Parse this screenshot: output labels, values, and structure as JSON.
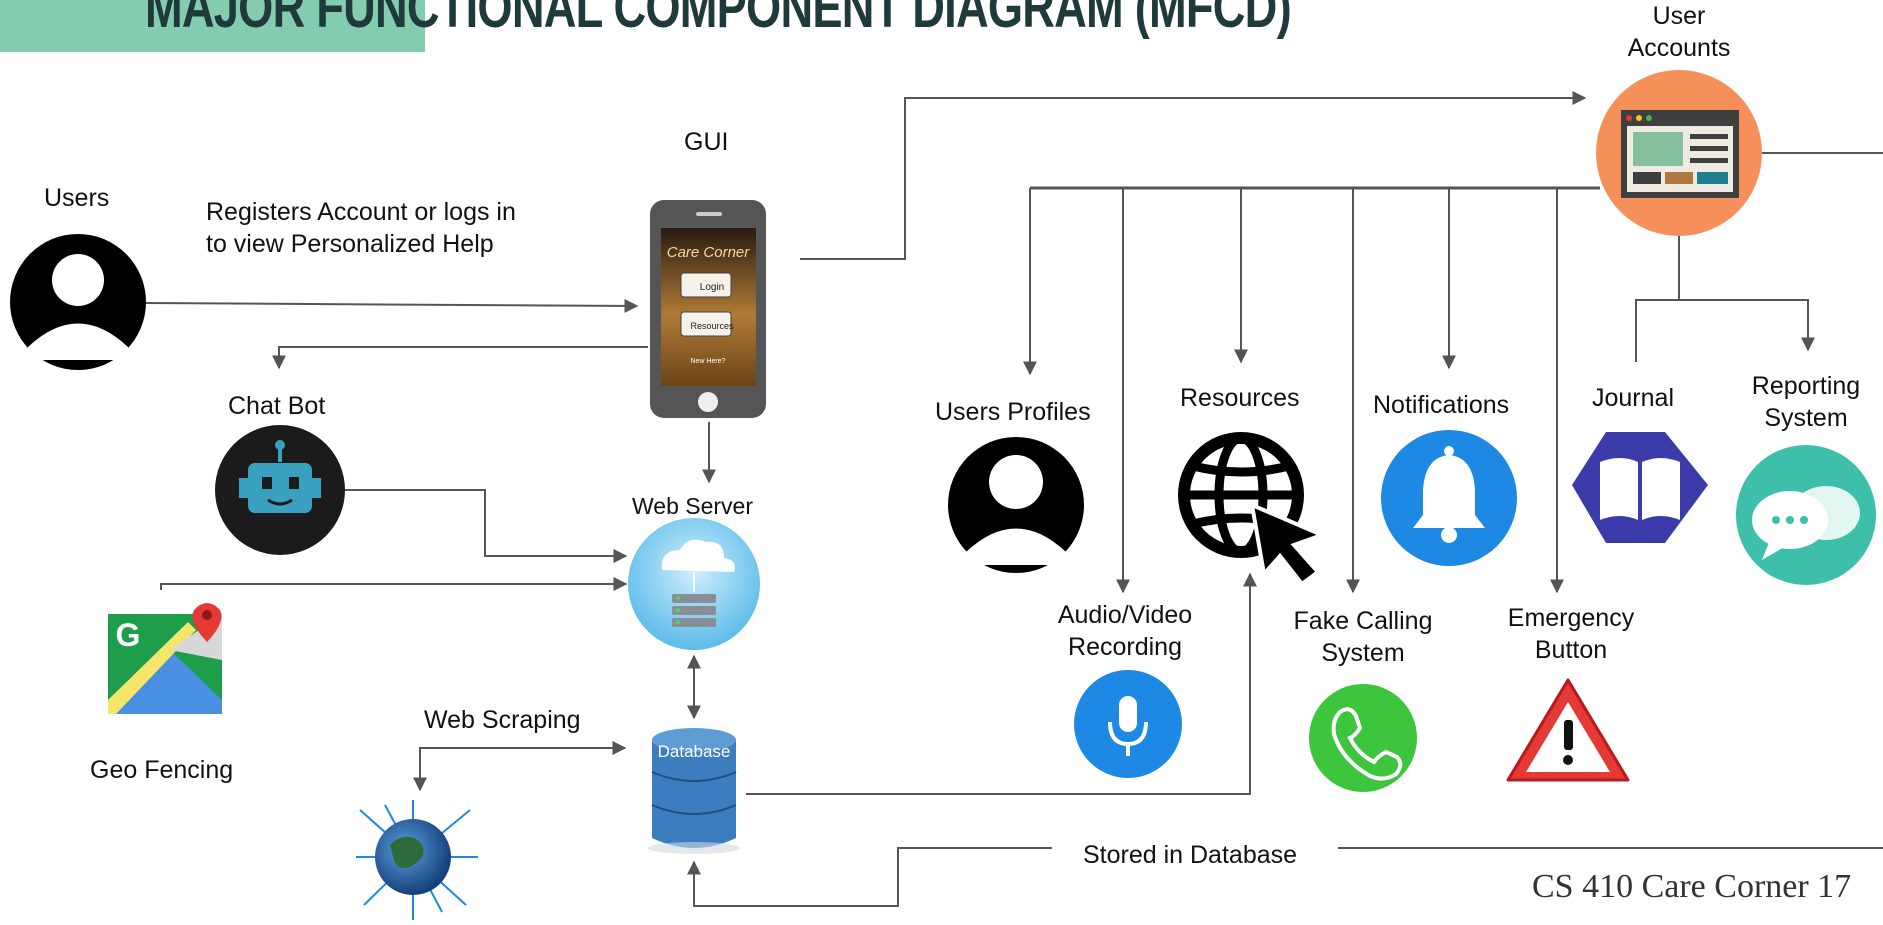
{
  "title": "MAJOR FUNCTIONAL COMPONENT DIAGRAM (MFCD)",
  "labels": {
    "users": "Users",
    "registers": "Registers Account or logs in\nto view Personalized Help",
    "gui": "GUI",
    "chatbot": "Chat Bot",
    "webserver": "Web Server",
    "geofencing": "Geo Fencing",
    "webscraping": "Web Scraping",
    "database": "Database",
    "stored": "Stored in Database",
    "useraccounts": "User\nAccounts",
    "userprofiles": "Users Profiles",
    "resources": "Resources",
    "notifications": "Notifications",
    "journal": "Journal",
    "reporting": "Reporting\nSystem",
    "audiovideo": "Audio/Video\nRecording",
    "fakecalling": "Fake Calling\nSystem",
    "emergency": "Emergency\nButton"
  },
  "phone_screen": {
    "app_name": "Care Corner",
    "login": "Login",
    "resources": "Resources",
    "new_here": "New Here?"
  },
  "footer": "CS 410 Care Corner 17",
  "colors": {
    "title_bar": "#84ccb0",
    "line": "#555555",
    "user_accounts": "#f5905a",
    "chatbot_bg": "#1b1b1b",
    "robot": "#3aa0c0",
    "notifications": "#1e88e5",
    "journal": "#3a3aa8",
    "reporting": "#3dbfaa",
    "mic": "#1e88e5",
    "phone_call": "#3dc53d",
    "warning": "#e53935",
    "database": "#3b7dbf"
  },
  "icons": [
    "user-icon",
    "phone-icon",
    "robot-icon",
    "cloud-server-icon",
    "map-pin-icon",
    "globe-network-icon",
    "database-icon",
    "browser-window-icon",
    "globe-cursor-icon",
    "bell-icon",
    "book-icon",
    "chat-bubbles-icon",
    "microphone-icon",
    "phone-call-icon",
    "warning-icon"
  ]
}
